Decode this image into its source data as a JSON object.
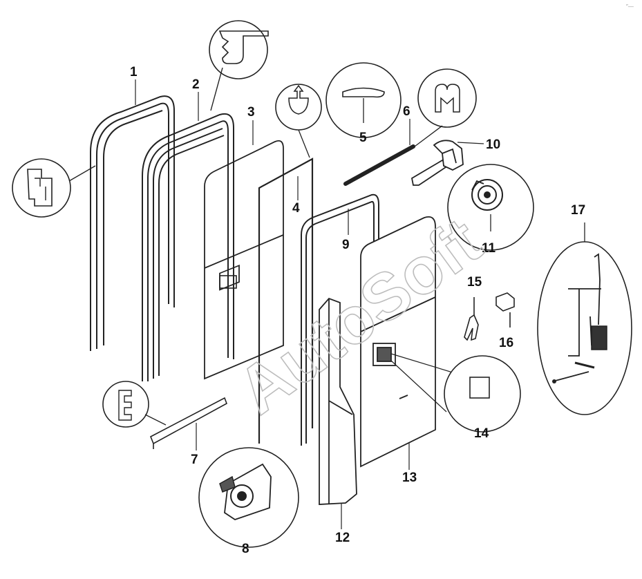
{
  "watermark": "AutoSoft",
  "corner_mark": "″—",
  "labels": {
    "p1": "1",
    "p2": "2",
    "p3": "3",
    "p4": "4",
    "p5": "5",
    "p6": "6",
    "p7": "7",
    "p8": "8",
    "p9": "9",
    "p10": "10",
    "p11": "11",
    "p12": "12",
    "p13": "13",
    "p14": "14",
    "p15": "15",
    "p16": "16",
    "p17": "17"
  }
}
